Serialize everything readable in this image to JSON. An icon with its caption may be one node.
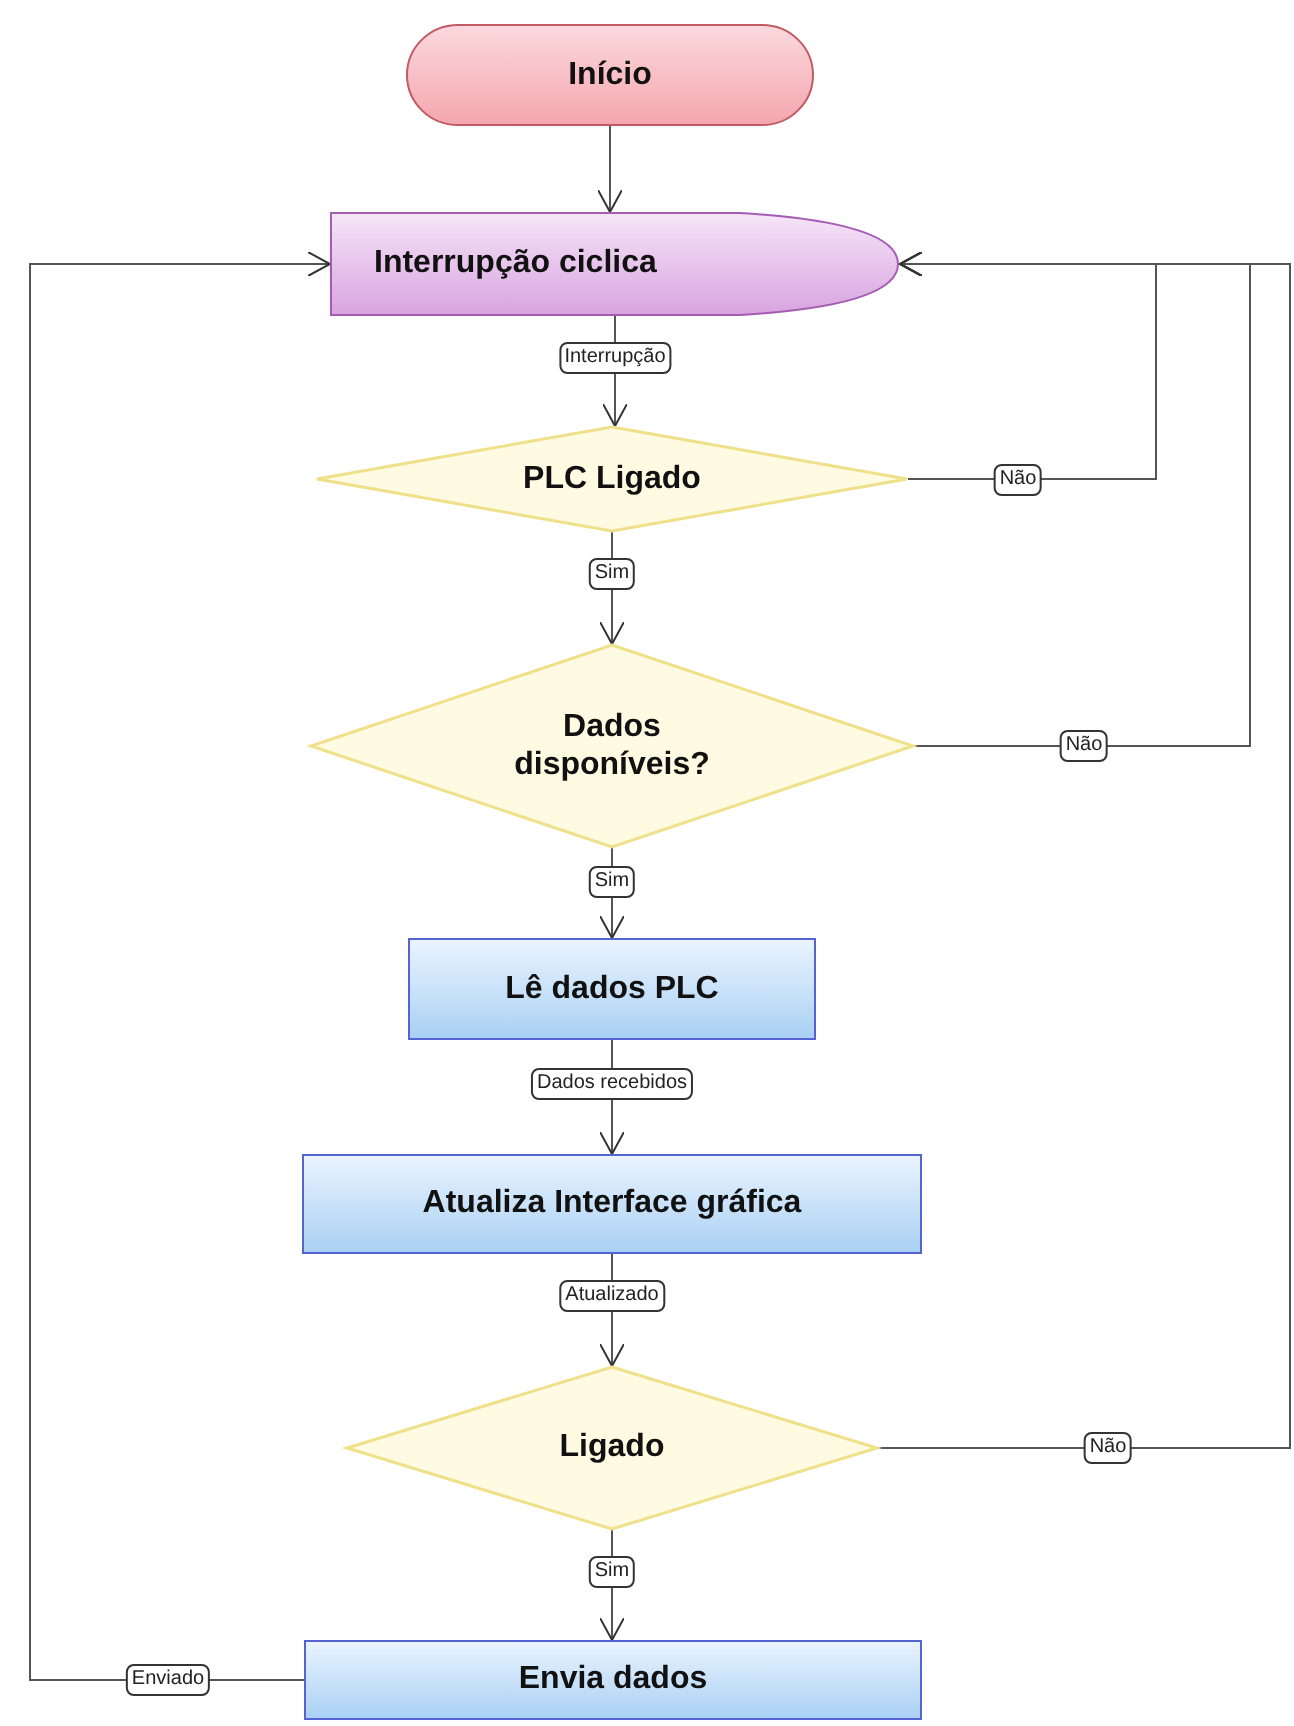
{
  "diagram": {
    "nodes": [
      {
        "text": [
          "Início"
        ]
      },
      {
        "text": [
          "Interrupção ciclica"
        ]
      },
      {
        "text": [
          "PLC Ligado"
        ]
      },
      {
        "text": [
          "Dados disponíveis?"
        ]
      },
      {
        "text": [
          "Lê dados PLC"
        ]
      },
      {
        "text": [
          "Atualiza Interface gráfica"
        ]
      },
      {
        "text": [
          "Ligado"
        ]
      },
      {
        "text": [
          "Envia dados"
        ]
      }
    ],
    "edges": [
      {
        "from": 0,
        "to": 1,
        "arrow": "to"
      },
      {
        "from": 1,
        "to": 2,
        "arrow": "to",
        "label": "Interrupção"
      },
      {
        "from": 2,
        "to": 3,
        "arrow": "to",
        "label": "Sim"
      },
      {
        "from": 2,
        "to": 1,
        "arrow": "to",
        "label": "Não"
      },
      {
        "from": 3,
        "to": 1,
        "arrow": "to",
        "label": "Não"
      },
      {
        "from": 3,
        "to": 4,
        "arrow": "to",
        "label": "Sim"
      },
      {
        "from": 4,
        "to": 5,
        "arrow": "to",
        "label": "Dados recebidos"
      },
      {
        "from": 5,
        "to": 6,
        "arrow": "to",
        "label": "Atualizado"
      },
      {
        "from": 6,
        "to": 1,
        "arrow": "to",
        "label": "Não"
      },
      {
        "from": 6,
        "to": 7,
        "arrow": "to",
        "label": "Sim"
      },
      {
        "from": 7,
        "to": 1,
        "arrow": "to",
        "label": "Enviado"
      }
    ]
  }
}
